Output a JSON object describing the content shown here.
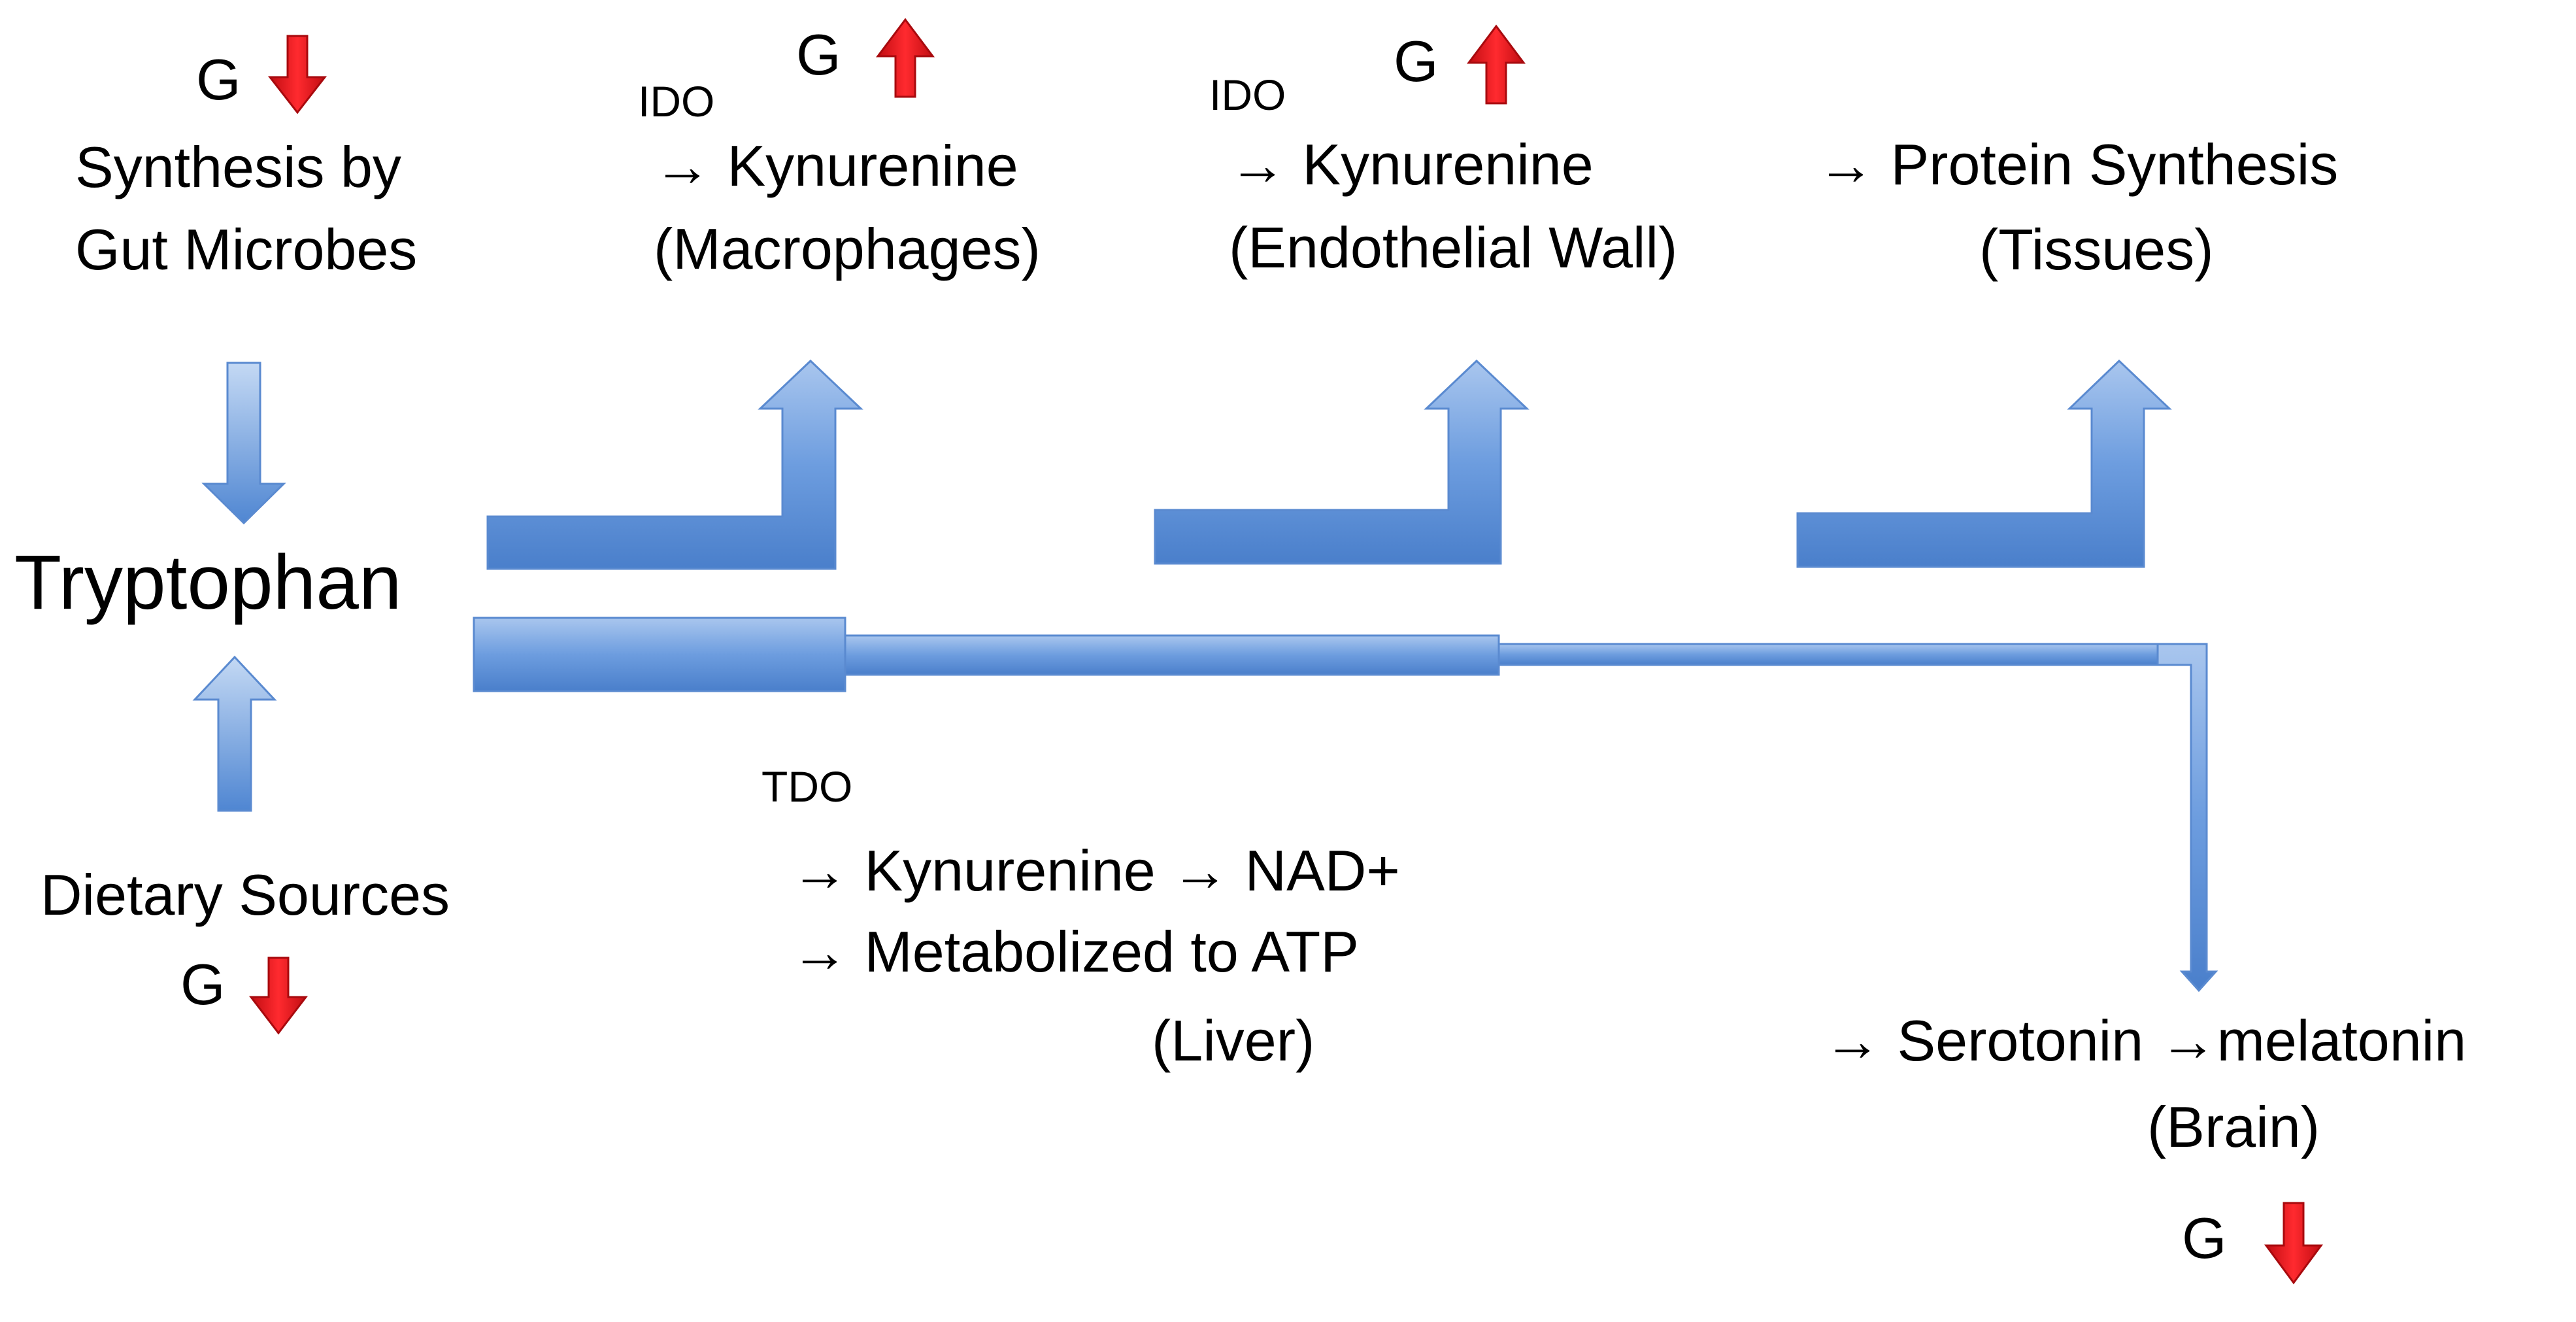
{
  "center": {
    "label": "Tryptophan"
  },
  "sources": {
    "gut": {
      "g": "G",
      "line1": "Synthesis by",
      "line2": "Gut Microbes",
      "trend": "down"
    },
    "diet": {
      "line1": "Dietary Sources",
      "g": "G",
      "trend": "down"
    }
  },
  "outputs": {
    "macrophages": {
      "g": "G",
      "trend": "up",
      "enzyme": "IDO",
      "line1": "→ Kynurenine",
      "line2": "(Macrophages)"
    },
    "endothelial": {
      "g": "G",
      "trend": "up",
      "enzyme": "IDO",
      "line1": "→ Kynurenine",
      "line2": "(Endothelial Wall)"
    },
    "protein": {
      "line1": "→ Protein Synthesis",
      "line2": "(Tissues)"
    },
    "liver": {
      "enzyme": "TDO",
      "line1": "→  Kynurenine → NAD+",
      "line2": "→  Metabolized to ATP",
      "line3": "(Liver)"
    },
    "brain": {
      "line1": "→ Serotonin →melatonin",
      "line2": "(Brain)",
      "g": "G",
      "trend": "down"
    }
  },
  "colors": {
    "flow_arrow": "#5b8fd6",
    "flow_arrow_light": "#b9d1f2",
    "trend_arrow": "#e8141b"
  }
}
